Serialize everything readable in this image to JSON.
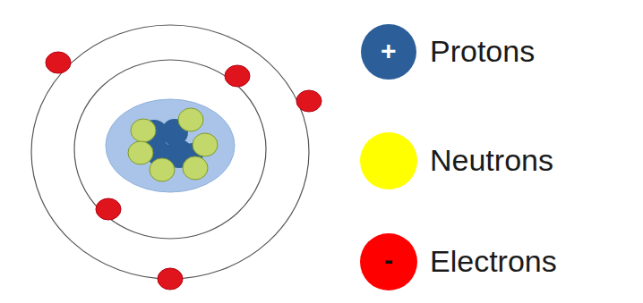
{
  "diagram": {
    "labels": [
      "+",
      "-"
    ],
    "legend": [
      {
        "text": "Protons",
        "color": "#2c5f99"
      },
      {
        "text": "Neutrons",
        "color": "#ffff00"
      },
      {
        "text": "Electrons",
        "color": "#ff0000"
      }
    ]
  }
}
